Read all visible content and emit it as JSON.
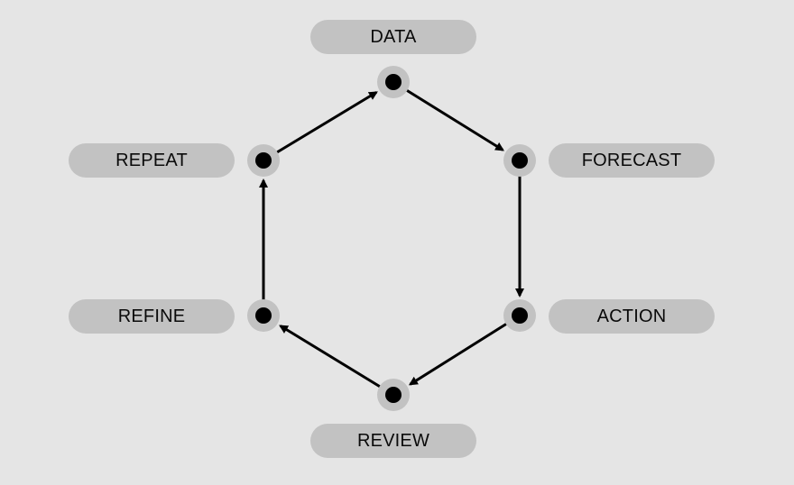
{
  "diagram": {
    "steps": [
      {
        "id": "data",
        "label": "DATA"
      },
      {
        "id": "forecast",
        "label": "FORECAST"
      },
      {
        "id": "action",
        "label": "ACTION"
      },
      {
        "id": "review",
        "label": "REVIEW"
      },
      {
        "id": "refine",
        "label": "REFINE"
      },
      {
        "id": "repeat",
        "label": "REPEAT"
      }
    ],
    "flow": [
      [
        "data",
        "forecast"
      ],
      [
        "forecast",
        "action"
      ],
      [
        "action",
        "review"
      ],
      [
        "review",
        "refine"
      ],
      [
        "refine",
        "repeat"
      ],
      [
        "repeat",
        "data"
      ]
    ],
    "colors": {
      "background": "#e5e5e5",
      "pill": "#c2c2c2",
      "node_halo": "#c2c2c2",
      "node_dot": "#000000",
      "arrow": "#000000"
    }
  }
}
